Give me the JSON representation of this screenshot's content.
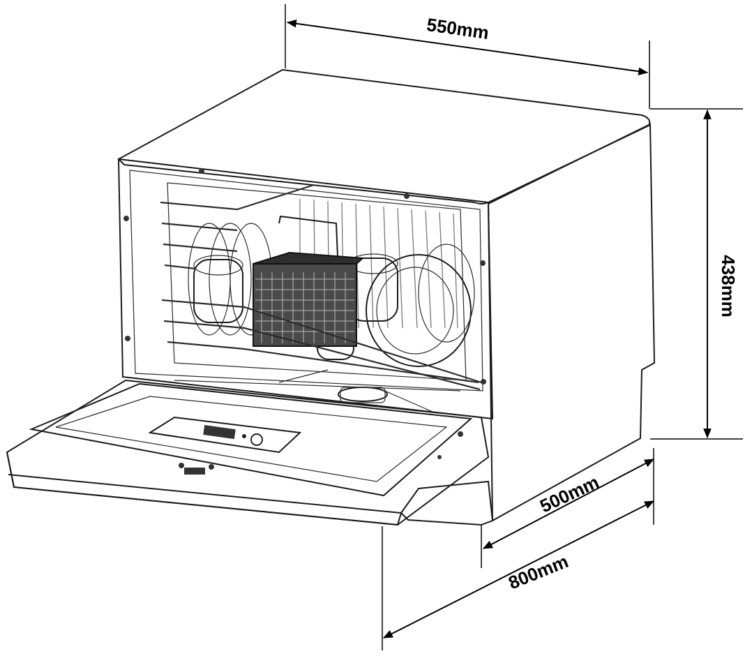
{
  "dimensions": {
    "width_label": "550mm",
    "height_label": "438mm",
    "depth_label": "500mm",
    "depth_open_label": "800mm"
  },
  "colors": {
    "line": "#000000",
    "background": "#ffffff"
  }
}
